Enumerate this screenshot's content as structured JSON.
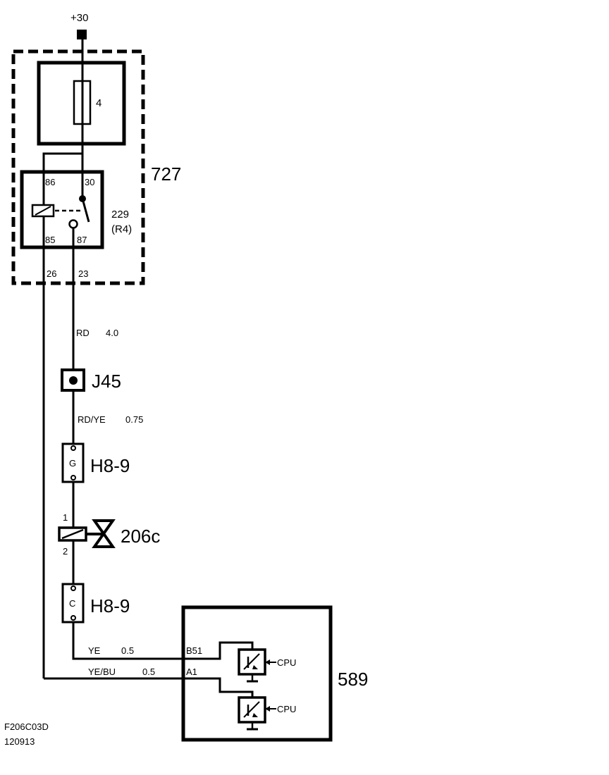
{
  "supply": {
    "label": "+30"
  },
  "fuse": {
    "label": "4"
  },
  "module_727": {
    "label": "727"
  },
  "relay": {
    "label": "229",
    "sublabel": "(R4)",
    "pin_86": "86",
    "pin_30": "30",
    "pin_85": "85",
    "pin_87": "87"
  },
  "module_pins": {
    "left": "26",
    "right": "23"
  },
  "wire_rd": {
    "color": "RD",
    "size": "4.0"
  },
  "junction": {
    "label": "J45"
  },
  "wire_rdye": {
    "color": "RD/YE",
    "size": "0.75"
  },
  "connector_top": {
    "pin": "G",
    "label": "H8-9"
  },
  "valve": {
    "label": "206c",
    "pin_top": "1",
    "pin_bottom": "2"
  },
  "connector_bottom": {
    "pin": "C",
    "label": "H8-9"
  },
  "wire_ye": {
    "color": "YE",
    "size": "0.5",
    "pin": "B51"
  },
  "wire_yebu": {
    "color": "YE/BU",
    "size": "0.5",
    "pin": "A1"
  },
  "ecu": {
    "label": "589",
    "cpu_top": "CPU",
    "cpu_bottom": "CPU"
  },
  "footer": {
    "code": "F206C03D",
    "date": "120913"
  }
}
